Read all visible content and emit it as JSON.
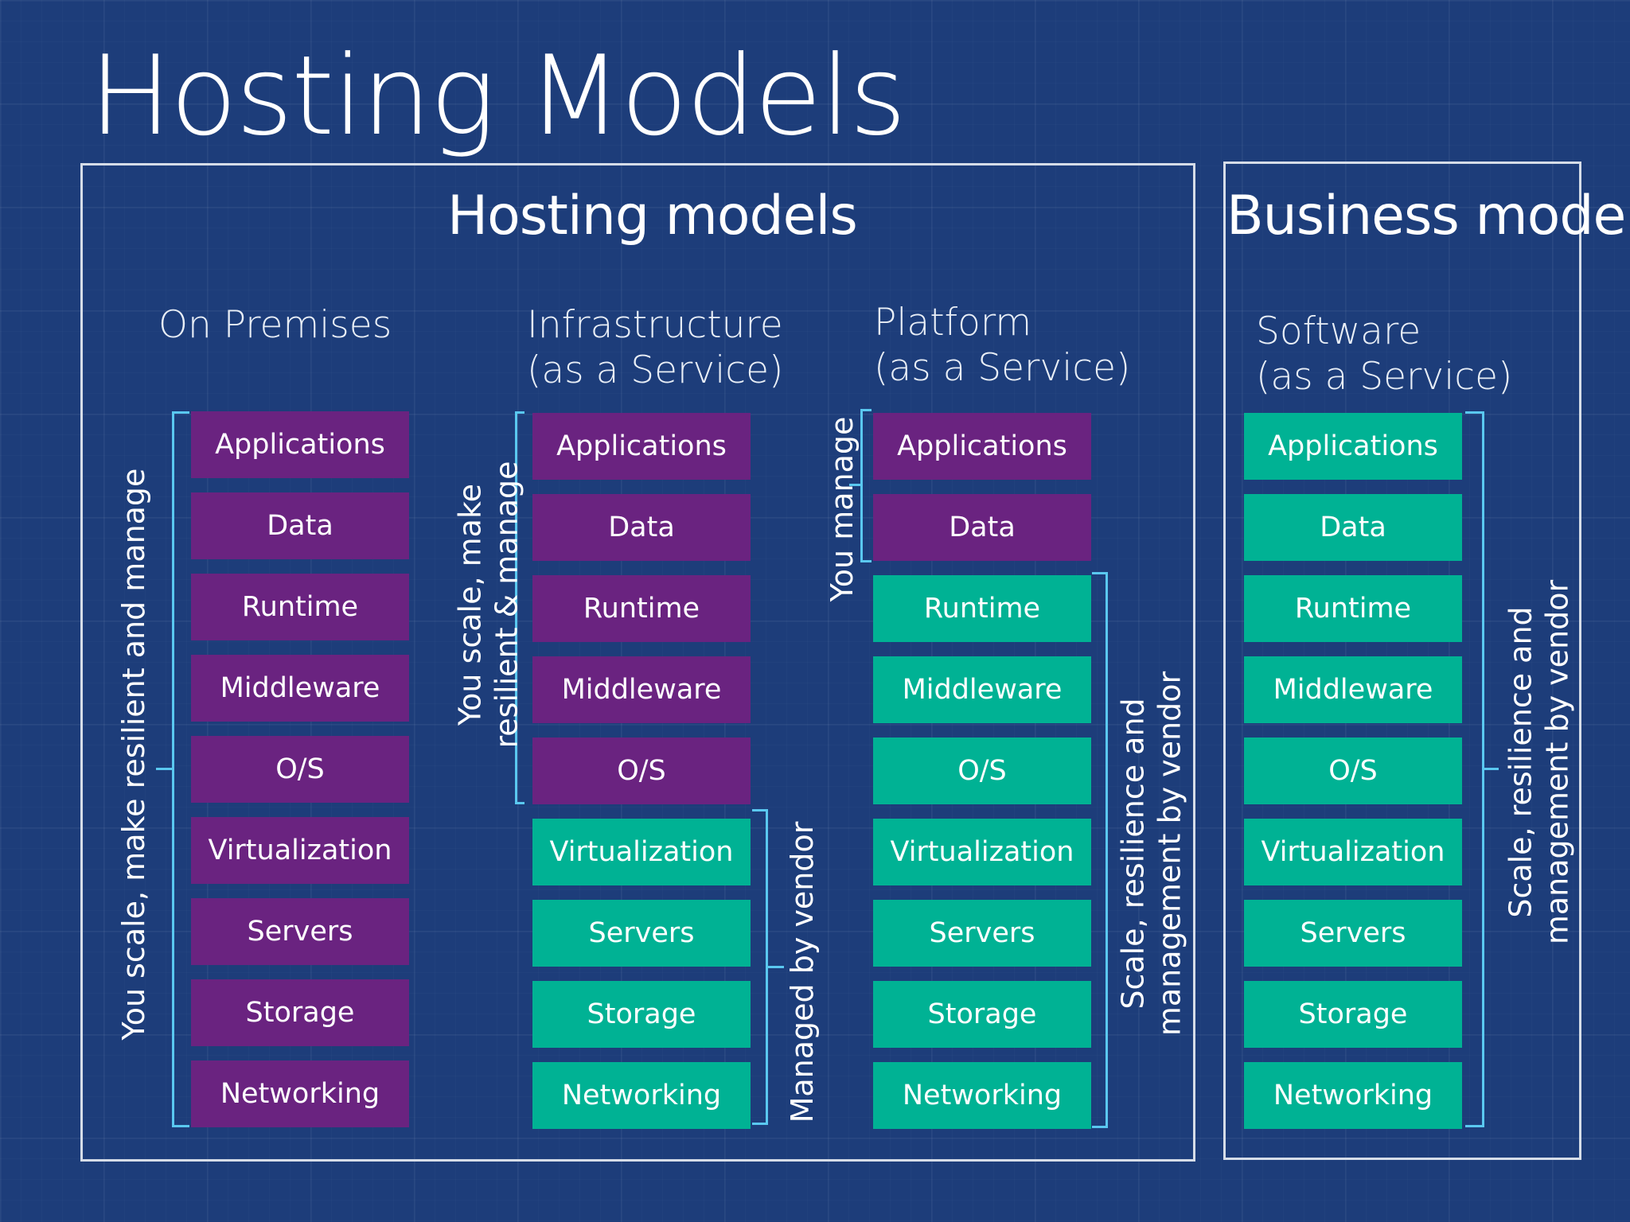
{
  "slide": {
    "title": "Hosting Models"
  },
  "hosting_models": {
    "title": "Hosting models"
  },
  "business_model": {
    "title": "Business model"
  },
  "columns": [
    {
      "heading_line1": "On Premises",
      "heading_line2": "",
      "layers": [
        "Applications",
        "Data",
        "Runtime",
        "Middleware",
        "O/S",
        "Virtualization",
        "Servers",
        "Storage",
        "Networking"
      ],
      "you_manage_label": "You scale, make resilient and manage",
      "vendor_label": ""
    },
    {
      "heading_line1": "Infrastructure",
      "heading_line2": "(as a Service)",
      "layers": [
        "Applications",
        "Data",
        "Runtime",
        "Middleware",
        "O/S",
        "Virtualization",
        "Servers",
        "Storage",
        "Networking"
      ],
      "you_manage_label_line1": "You scale, make",
      "you_manage_label_line2": "resilient & manage",
      "vendor_label": "Managed by vendor"
    },
    {
      "heading_line1": "Platform",
      "heading_line2": "(as a Service)",
      "layers": [
        "Applications",
        "Data",
        "Runtime",
        "Middleware",
        "O/S",
        "Virtualization",
        "Servers",
        "Storage",
        "Networking"
      ],
      "you_manage_label": "You manage",
      "vendor_label_line1": "Scale, resilience and",
      "vendor_label_line2": "management by vendor"
    },
    {
      "heading_line1": "Software",
      "heading_line2": "(as a Service)",
      "layers": [
        "Applications",
        "Data",
        "Runtime",
        "Middleware",
        "O/S",
        "Virtualization",
        "Servers",
        "Storage",
        "Networking"
      ],
      "vendor_label_line1": "Scale, resilience and",
      "vendor_label_line2": "management by vendor"
    }
  ],
  "colors": {
    "customer_managed": "#6a2380",
    "vendor_managed": "#00b294",
    "bracket": "#5ac8f0",
    "background": "#1d3d7a"
  }
}
